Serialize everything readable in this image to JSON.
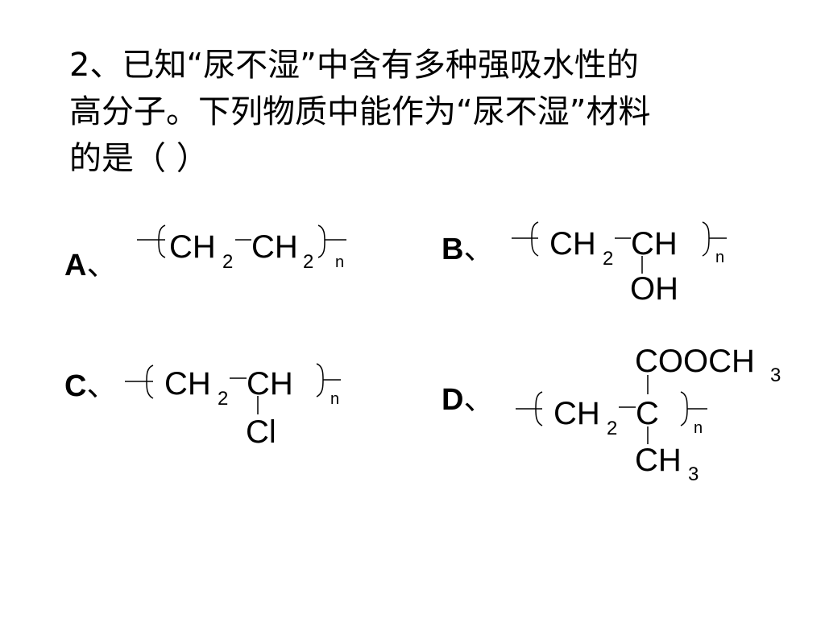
{
  "question": {
    "line1": "2、已知“尿不湿”中含有多种强吸水性的",
    "line2": "高分子。下列物质中能作为“尿不湿”材料",
    "line3": "的是（    ）"
  },
  "options": {
    "A": {
      "letter": "A",
      "mark": "、",
      "unit1": "CH",
      "unit1_sub": "2",
      "unit2": "CH",
      "unit2_sub": "2",
      "repeat": "n"
    },
    "B": {
      "letter": "B",
      "mark": "、",
      "unit1": "CH",
      "unit1_sub": "2",
      "unit2": "CH",
      "substituent": "OH",
      "repeat": "n"
    },
    "C": {
      "letter": "C",
      "mark": "、",
      "unit1": "CH",
      "unit1_sub": "2",
      "unit2": "CH",
      "substituent": "Cl",
      "repeat": "n"
    },
    "D": {
      "letter": "D",
      "mark": "、",
      "unit1": "CH",
      "unit1_sub": "2",
      "unit2": "C",
      "top_group": "COOCH",
      "top_group_sub": "3",
      "bottom_group": "CH",
      "bottom_group_sub": "3",
      "repeat": "n"
    }
  }
}
